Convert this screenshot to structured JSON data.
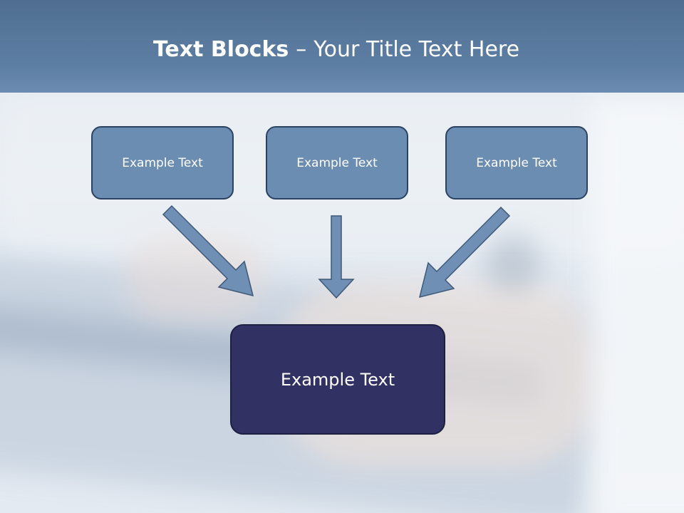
{
  "slide": {
    "title_bold": "Text Blocks",
    "title_dash": "–",
    "title_rest": "Your Title Text Here"
  },
  "blocks": {
    "top_left": "Example Text",
    "top_middle": "Example Text",
    "top_right": "Example Text",
    "main": "Example Text"
  },
  "colors": {
    "header": "#5d7ea3",
    "small_box": "#6c8db2",
    "main_box": "#323163",
    "arrow_fill": "#6f8fb4",
    "arrow_stroke": "#3e5877"
  }
}
